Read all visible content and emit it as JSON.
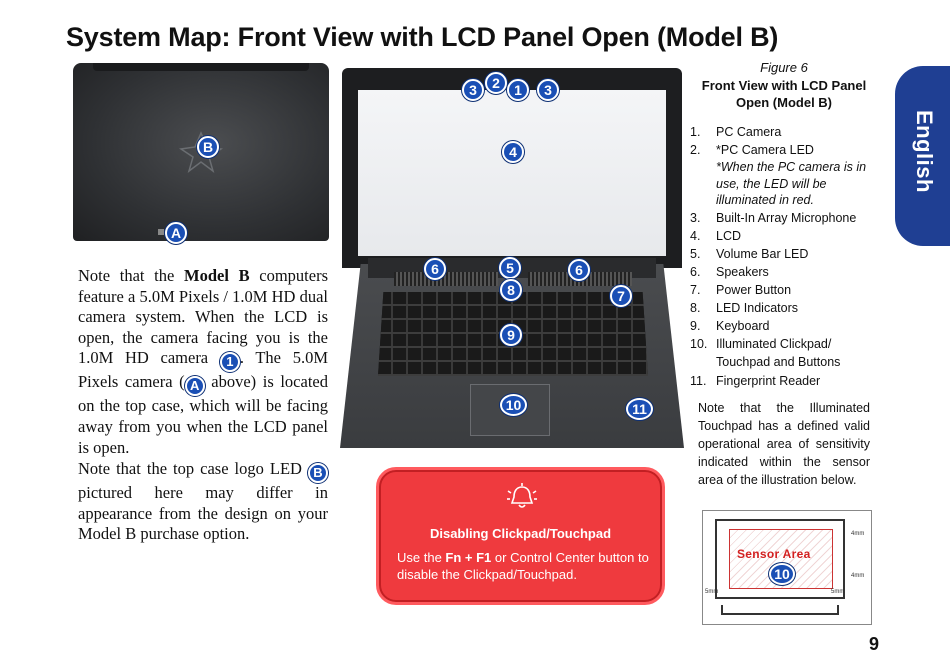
{
  "page_title": "System Map: Front View with LCD Panel Open (Model B)",
  "language_tab": "English",
  "figure": {
    "label": "Figure 6",
    "title": "Front View with LCD Panel Open (Model B)"
  },
  "callouts": {
    "top_case": [
      "B",
      "A"
    ],
    "laptop": [
      "3",
      "2",
      "1",
      "3",
      "4",
      "6",
      "5",
      "6",
      "8",
      "7",
      "9",
      "10",
      "11"
    ]
  },
  "legend": [
    {
      "num": "1.",
      "label": "PC Camera"
    },
    {
      "num": "2.",
      "label": "*PC Camera LED",
      "note": "*When the PC camera is in use, the LED will be illuminated in red."
    },
    {
      "num": "3.",
      "label": "Built-In Array Microphone"
    },
    {
      "num": "4.",
      "label": "LCD"
    },
    {
      "num": "5.",
      "label": "Volume Bar LED"
    },
    {
      "num": "6.",
      "label": "Speakers"
    },
    {
      "num": "7.",
      "label": "Power Button"
    },
    {
      "num": "8.",
      "label": "LED Indicators"
    },
    {
      "num": "9.",
      "label": "Keyboard"
    },
    {
      "num": "10.",
      "label": "Illuminated Clickpad/ Touchpad and Buttons"
    },
    {
      "num": "11.",
      "label": "Fingerprint Reader"
    }
  ],
  "note_touchpad": "Note that the Illuminated Touchpad has a defined valid operational area of sensitivity indicated within the sensor area of the illustration below.",
  "sensor_illustration": {
    "label": "Sensor Area",
    "badge": "10",
    "dims": [
      "4mm",
      "4mm",
      "5mm",
      "5mm"
    ]
  },
  "paragraph1": {
    "pre": "Note that the ",
    "bold": "Model B",
    "mid1": " computers feature a 5.0M Pixels / 1.0M HD dual camera system. When the LCD is open, the camera facing you is the 1.0M HD camera ",
    "badge1": "1",
    "mid2": ". The 5.0M Pixels camera (",
    "badge2": "A",
    "post": " above) is located on the top case, which will be facing away from you when the LCD panel is open."
  },
  "paragraph2": {
    "pre": "Note that the top case logo LED ",
    "badge": "B",
    "post": " pictured here may differ in appearance from the design on your Model B purchase option."
  },
  "warning": {
    "title": "Disabling Clickpad/Touchpad",
    "pre": "Use the ",
    "keys": "Fn + F1",
    "post": " or Control Center button to disable the Clickpad/Touchpad."
  },
  "page_number": "9",
  "colors": {
    "accent_blue": "#1f3f93",
    "callout_blue": "#1a4fb5",
    "warning_red": "#ef3a3e"
  }
}
